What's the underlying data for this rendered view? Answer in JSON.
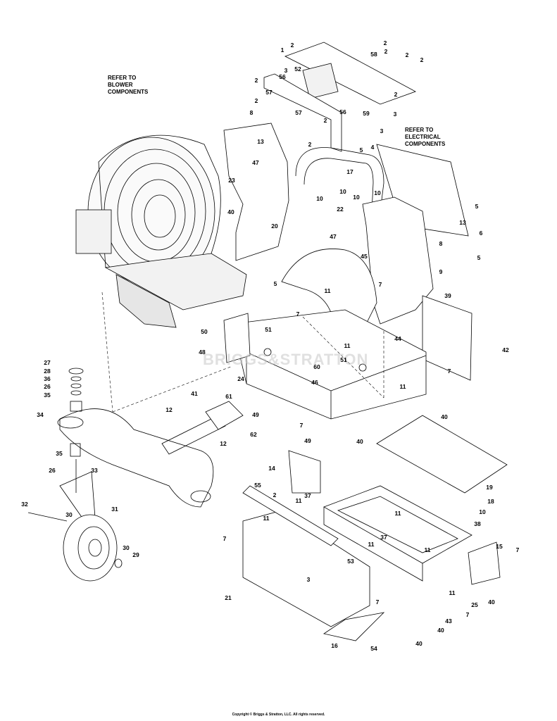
{
  "notes": {
    "blower": [
      "REFER TO",
      "BLOWER",
      "COMPONENTS"
    ],
    "electrical": [
      "REFER TO",
      "ELECTRICAL",
      "COMPONENTS"
    ]
  },
  "watermark": "BRIGGS&STRATTON",
  "copyright": "Copyright © Briggs & Stratton, LLC. All rights reserved.",
  "callouts": [
    "1",
    "2",
    "3",
    "4",
    "5",
    "6",
    "7",
    "8",
    "9",
    "10",
    "11",
    "12",
    "13",
    "14",
    "15",
    "16",
    "17",
    "18",
    "19",
    "20",
    "21",
    "22",
    "23",
    "24",
    "25",
    "26",
    "27",
    "28",
    "29",
    "30",
    "31",
    "32",
    "33",
    "34",
    "35",
    "36",
    "37",
    "38",
    "39",
    "40",
    "41",
    "42",
    "43",
    "44",
    "45",
    "46",
    "47",
    "48",
    "49",
    "50",
    "51",
    "52",
    "53",
    "54",
    "55",
    "56",
    "57",
    "58",
    "59",
    "60",
    "61",
    "62"
  ],
  "colors": {
    "line": "#000000",
    "shade": "#e6e6e6",
    "watermark": "#c8c8c8"
  }
}
